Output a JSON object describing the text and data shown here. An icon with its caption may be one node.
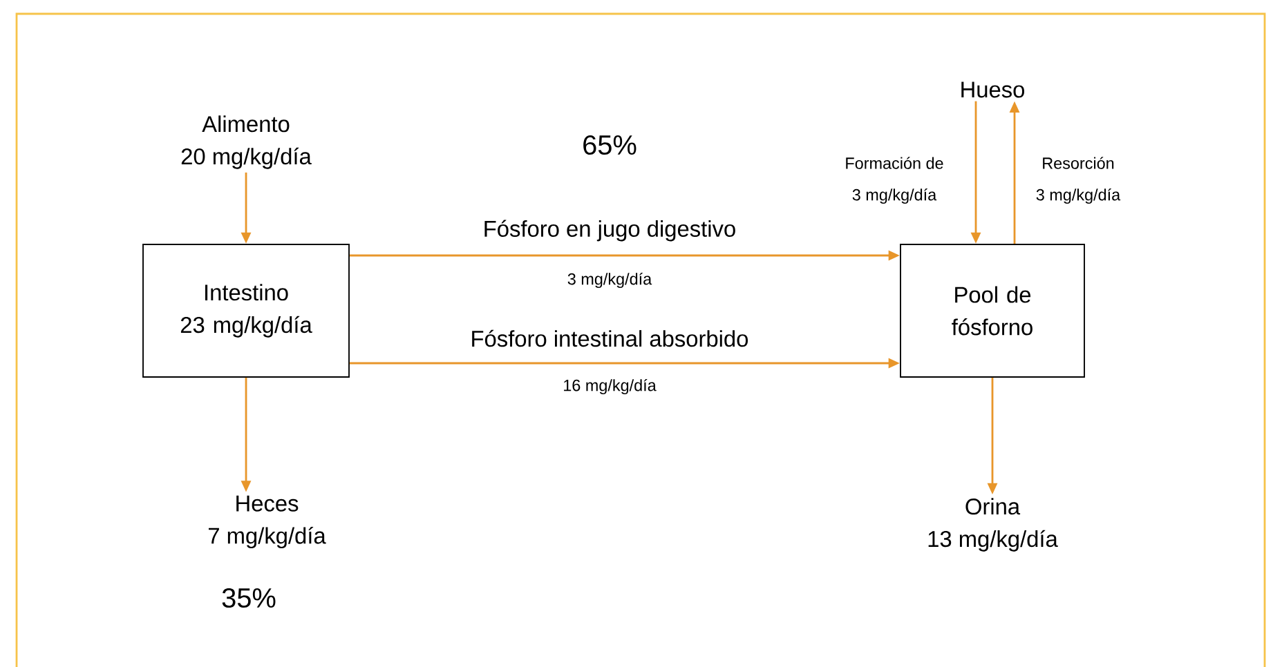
{
  "diagram": {
    "nodes": [
      {
        "text": [
          "Alimento",
          "20 mg/kg/día"
        ]
      },
      {
        "text": [
          "Intestino",
          "23 mg/kg/día"
        ]
      },
      {
        "text": [
          "Heces",
          "7 mg/kg/día"
        ]
      },
      {
        "text": [
          "Pool de fósforno"
        ]
      },
      {
        "text": [
          "Hueso"
        ]
      },
      {
        "text": [
          "Orina",
          "13 mg/kg/día"
        ]
      }
    ],
    "edges": [
      {
        "from": 0,
        "to": 1,
        "arrow": "to"
      },
      {
        "from": 1,
        "to": 3,
        "arrow": "to",
        "label": "Fósforo en jugo digestivo"
      },
      {
        "from": 1,
        "to": 3,
        "arrow": "to",
        "label": "Fósforo intestinal absorbido"
      },
      {
        "from": 1,
        "to": 2,
        "arrow": "to"
      },
      {
        "from": 4,
        "to": 3,
        "arrow": "to",
        "label": "Formación de"
      },
      {
        "from": 3,
        "to": 4,
        "arrow": "to",
        "label": "Resorción"
      },
      {
        "from": 3,
        "to": 5,
        "arrow": "to"
      }
    ],
    "labels": [
      "65%",
      "3 mg/kg/día",
      "3 mg/kg/día",
      "3 mg/kg/día",
      "16 mg/kg/día",
      "35%"
    ]
  }
}
